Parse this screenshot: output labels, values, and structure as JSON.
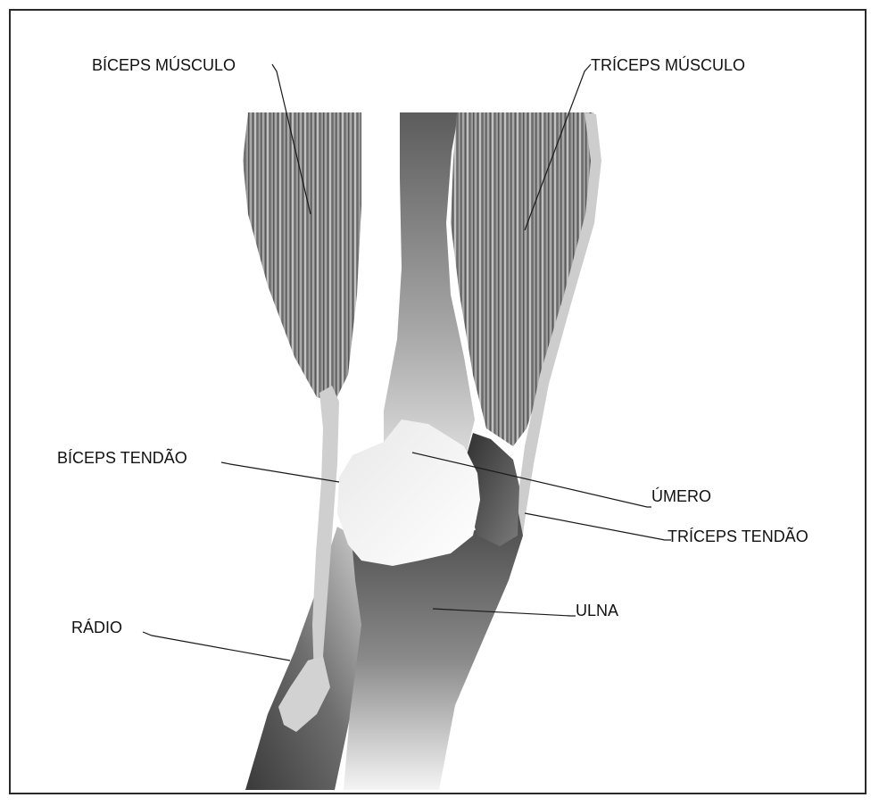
{
  "labels": {
    "biceps_musculo": "BÍCEPS MÚSCULO",
    "triceps_musculo": "TRÍCEPS MÚSCULO",
    "biceps_tendao": "BÍCEPS TENDÃO",
    "umero": "ÚMERO",
    "triceps_tendao": "TRÍCEPS TENDÃO",
    "ulna": "ULNA",
    "radio": "RÁDIO"
  },
  "colors": {
    "border": "#2a2a2a",
    "muscle_dark": "#5e5e5e",
    "muscle_light": "#bdbdbd",
    "bone_dark": "#4a4a4a",
    "bone_light": "#f3f3f3",
    "tendon": "#cfcfcf"
  }
}
